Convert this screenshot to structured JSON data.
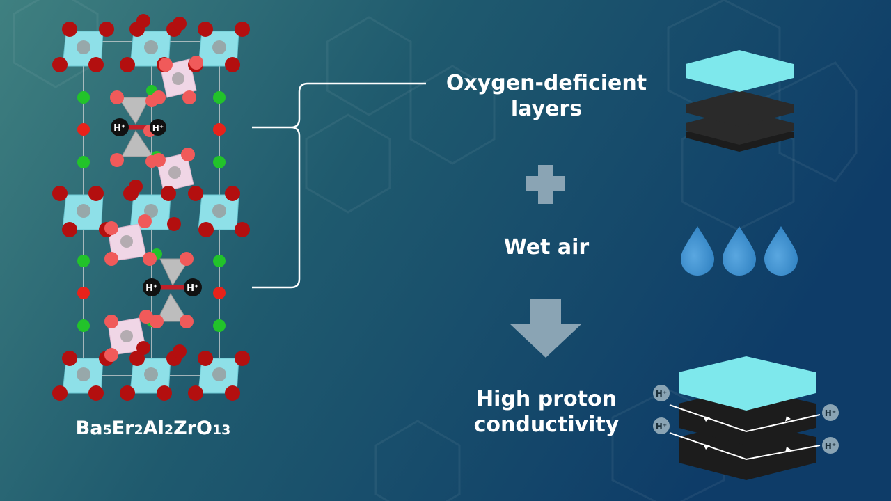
{
  "labels": {
    "oxygen_line1": "Oxygen-deficient",
    "oxygen_line2": "layers",
    "wet_air": "Wet air",
    "high_line1": "High proton",
    "high_line2": "conductivity"
  },
  "formula": {
    "parts": [
      {
        "text": "Ba",
        "sub": "5"
      },
      {
        "text": "Er",
        "sub": "2"
      },
      {
        "text": "Al",
        "sub": "2"
      },
      {
        "text": "ZrO",
        "sub": "13"
      }
    ]
  },
  "proton_label": "H⁺",
  "colors": {
    "background_left": "#3f7f80",
    "background_right": "#0f3f6a",
    "layer_cyan": "#7ee8ec",
    "layer_dark": "#222222",
    "droplet": "#3d8fd0",
    "arrow_gray": "#8aa4b4",
    "oxygen_dark": "#b30f0f",
    "oxygen_light": "#f05a5a",
    "green_atom": "#22c32a",
    "red_atom": "#e8221a",
    "octa_cyan": "#8ee0e8",
    "octa_pink": "#f0d6e6",
    "tetra_gray": "#bdbdbd"
  },
  "icons": [
    "plus-icon",
    "water-droplet-icon",
    "down-arrow-icon",
    "layer-stack-icon"
  ]
}
